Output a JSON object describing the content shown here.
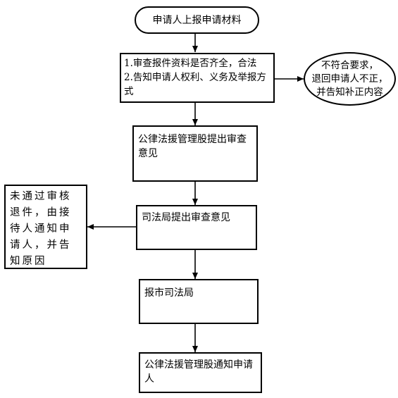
{
  "nodes": {
    "start": "申请人上报申请材料",
    "step1": {
      "line1": "1.审查报件资料是否齐全，合法",
      "line2": "2.告知申请人权利、义务及举报方式"
    },
    "reject1": {
      "line1": "不符合要求，",
      "line2": "退回申请人不正，",
      "line3": "并告知补正内容"
    },
    "step2": "公律法援管理股提出审查意见",
    "reject2": "未通过审核退件，由接待人通知申请人，并告知原因",
    "step3": "司法局提出审查意见",
    "step4": "报市司法局",
    "step5": "公律法援管理股通知申请人"
  }
}
